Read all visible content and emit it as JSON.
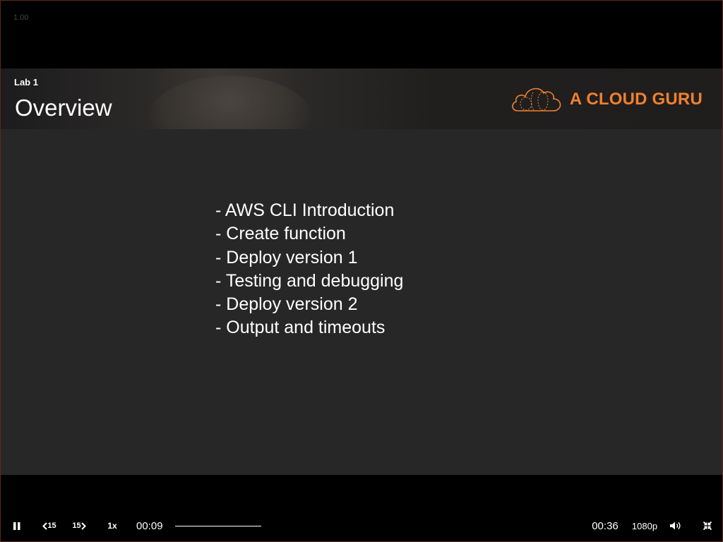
{
  "player": {
    "speed_readout": "1.00",
    "current_time": "00:09",
    "duration": "00:36",
    "progress": 0.25,
    "rewind_label": "15",
    "forward_label": "15",
    "speed_label": "1x",
    "quality_label": "1080p"
  },
  "slide": {
    "lab_label": "Lab 1",
    "title": "Overview",
    "brand": "A CLOUD GURU",
    "brand_color": "#f1802f",
    "items": [
      "- AWS CLI Introduction",
      "- Create function",
      "- Deploy version 1",
      "- Testing and debugging",
      "- Deploy version 2",
      "- Output and timeouts"
    ]
  },
  "icons": {
    "pause": "pause-icon",
    "rewind": "rewind-15-icon",
    "forward": "forward-15-icon",
    "volume": "volume-icon",
    "fullscreen": "exit-fullscreen-icon",
    "logo": "cloud-logo-icon"
  }
}
